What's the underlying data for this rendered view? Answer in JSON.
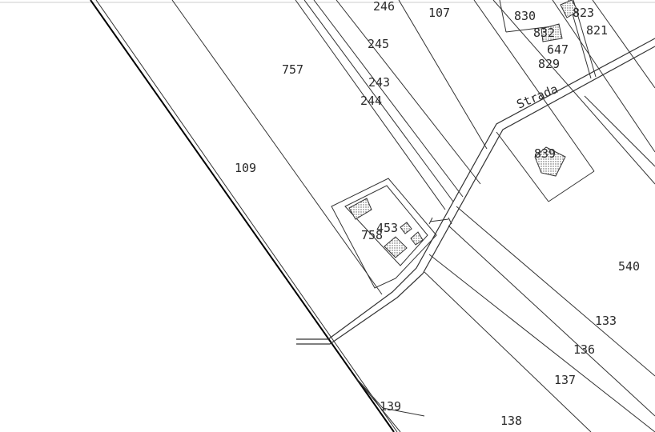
{
  "map": {
    "parcel_labels": [
      "246",
      "107",
      "830",
      "823",
      "832",
      "821",
      "647",
      "829",
      "245",
      "757",
      "243",
      "244",
      "109",
      "839",
      "453",
      "758",
      "540",
      "133",
      "136",
      "137",
      "139",
      "138"
    ],
    "road_label": "Strada"
  },
  "colors": {
    "background": "#ffffff",
    "line": "#333333",
    "boundary": "#000000"
  }
}
